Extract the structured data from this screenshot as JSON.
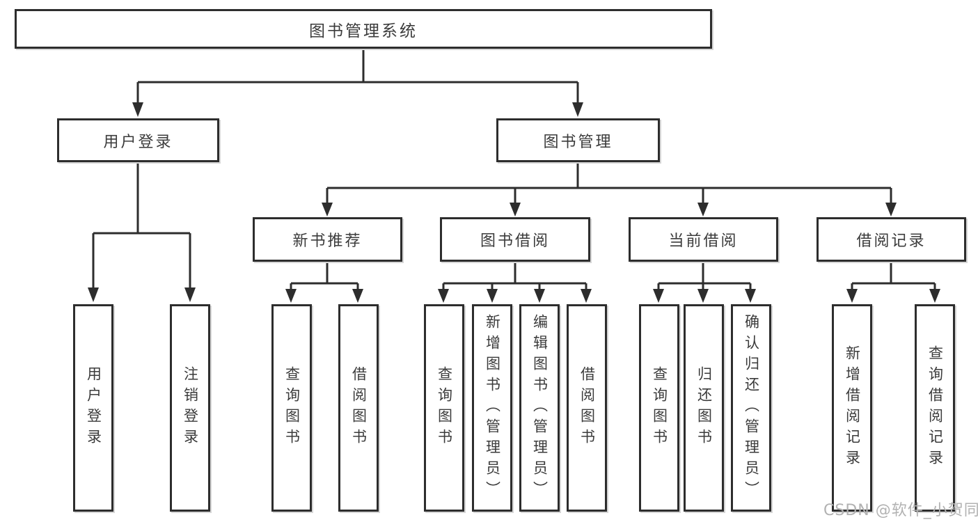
{
  "tree": {
    "label": "图书管理系统",
    "children": [
      {
        "label": "用户登录",
        "children": [
          {
            "label": "用户登录"
          },
          {
            "label": "注销登录"
          }
        ]
      },
      {
        "label": "图书管理",
        "children": [
          {
            "label": "新书推荐",
            "children": [
              {
                "label": "查询图书"
              },
              {
                "label": "借阅图书"
              }
            ]
          },
          {
            "label": "图书借阅",
            "children": [
              {
                "label": "查询图书"
              },
              {
                "label": "新增图书（管理员）"
              },
              {
                "label": "编辑图书（管理员）"
              },
              {
                "label": "借阅图书"
              }
            ]
          },
          {
            "label": "当前借阅",
            "children": [
              {
                "label": "查询图书"
              },
              {
                "label": "归还图书"
              },
              {
                "label": "确认归还（管理员）"
              }
            ]
          },
          {
            "label": "借阅记录",
            "children": [
              {
                "label": "新增借阅记录"
              },
              {
                "label": "查询借阅记录"
              }
            ]
          }
        ]
      }
    ]
  },
  "watermark": {
    "text": "CSDN @软件_小贺同学"
  },
  "colors": {
    "line": "#2d2d2d",
    "box_border": "#2d2d2d",
    "box_background": "#ffffff",
    "text": "#3b3b3b",
    "watermark": "#b2b2b2"
  }
}
